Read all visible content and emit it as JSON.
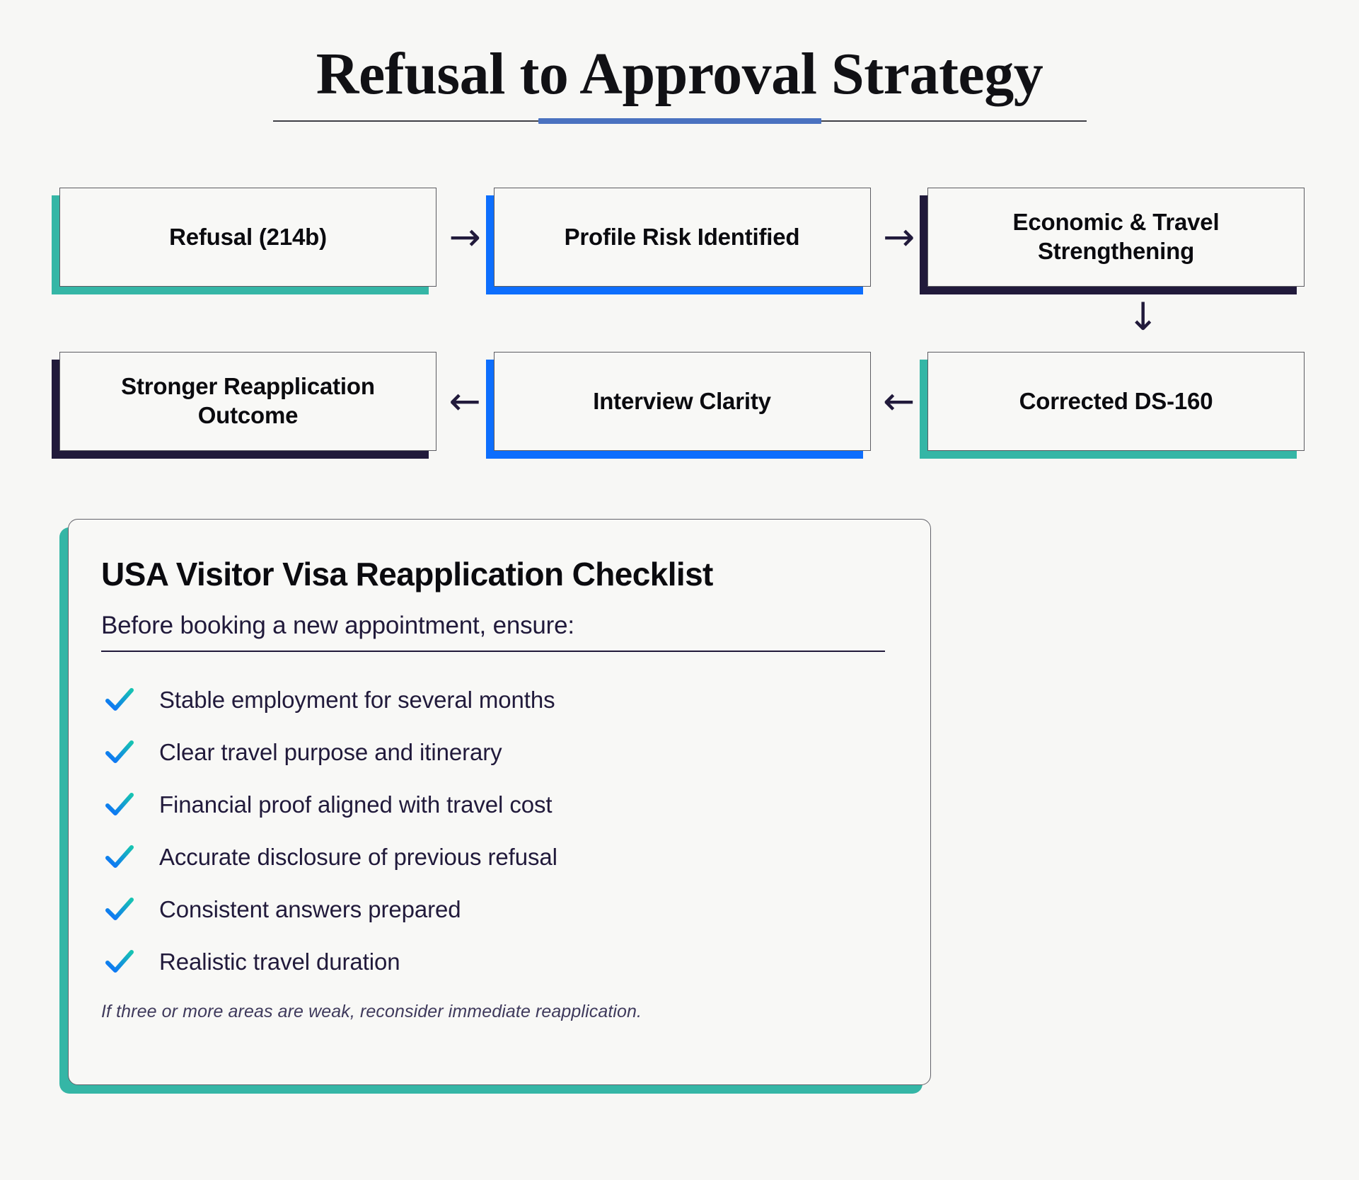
{
  "page": {
    "background_color": "#f7f7f5",
    "title": "Refusal to Approval Strategy",
    "title_rule_accent_color": "#4a72c0"
  },
  "flow": {
    "arrow_right": "→",
    "arrow_left": "←",
    "arrow_down": "↓",
    "nodes": [
      {
        "label": "Refusal (214b)",
        "accent_color": "#35b6a6",
        "accent_name": "teal"
      },
      {
        "label": "Profile Risk Identified",
        "accent_color": "#0d6efd",
        "accent_name": "blue"
      },
      {
        "label": "Economic & Travel Strengthening",
        "accent_color": "#211a3b",
        "accent_name": "navy"
      },
      {
        "label": "Corrected DS-160",
        "accent_color": "#35b6a6",
        "accent_name": "teal"
      },
      {
        "label": "Interview Clarity",
        "accent_color": "#0d6efd",
        "accent_name": "blue"
      },
      {
        "label": "Stronger Reapplication Outcome",
        "accent_color": "#211a3b",
        "accent_name": "navy"
      }
    ]
  },
  "checklist_card": {
    "accent_color": "#35b6a6",
    "title": "USA Visitor Visa Reapplication Checklist",
    "subtitle": "Before booking a new appointment, ensure:",
    "items": [
      "Stable employment for several months",
      "Clear travel purpose and itinerary",
      "Financial proof aligned with travel cost",
      "Accurate disclosure of previous refusal",
      "Consistent answers prepared",
      "Realistic travel duration"
    ],
    "note": "If three or more areas are weak, reconsider immediate reapplication.",
    "check_gradient_start": "#0d6efd",
    "check_gradient_end": "#17c3b2"
  }
}
